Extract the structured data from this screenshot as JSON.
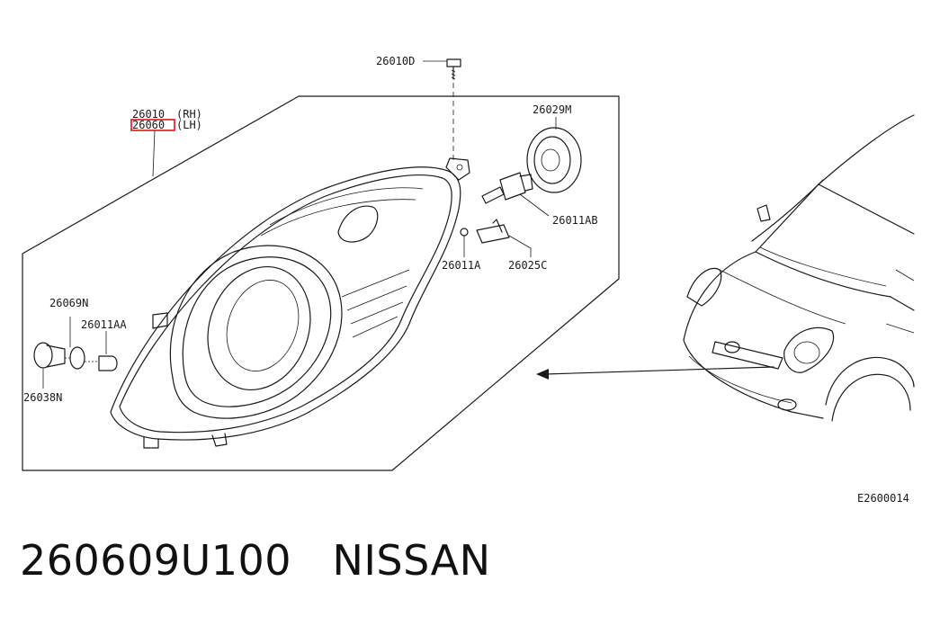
{
  "labels": {
    "bolt": "26010D",
    "rh_part": "26010",
    "rh_side": "(RH)",
    "lh_part": "26060",
    "lh_side": "(LH)",
    "socket_cover": "26029M",
    "bulb_main": "26011AB",
    "bulb_small": "26011A",
    "socket_small": "26025C",
    "gasket": "26069N",
    "bulb_side": "26011AA",
    "socket_side": "26038N"
  },
  "diagram_code": "E2600014",
  "caption": {
    "part_number": "260609U100",
    "brand": "NISSAN"
  },
  "colors": {
    "line": "#1a1a1a",
    "highlight": "#e0121a"
  }
}
